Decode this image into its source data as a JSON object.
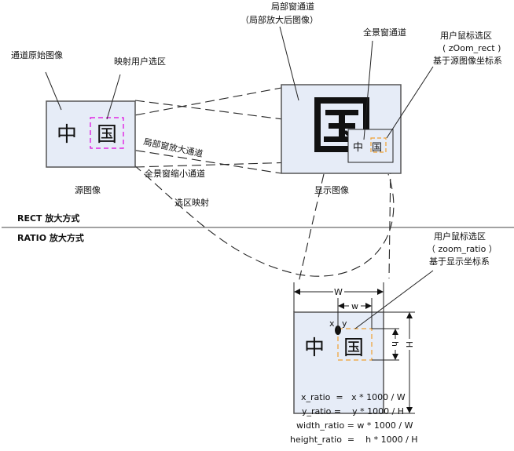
{
  "colors": {
    "image_fill": "#e6ecf7",
    "source_selection": "#e000e0",
    "zoom_selection": "#f0a030"
  },
  "top": {
    "source_channel_label": "通道原始图像",
    "mapped_selection_label": "映射用户选区",
    "source_image_caption": "源图像",
    "char_zhong": "中",
    "char_guo": "国",
    "local_window_title": "局部窗通道",
    "local_window_sub": "（局部放大后图像）",
    "panorama_label": "全景窗通道",
    "mouse_sel_line1": "用户鼠标选区",
    "mouse_sel_line2": "( zOom_rect )",
    "mouse_sel_line3": "基于源图像坐标系",
    "display_image_caption": "显示图像",
    "local_zoom_path": "局部窗放大通道",
    "panorama_shrink_path": "全景窗缩小通道",
    "selection_mapping": "选区映射"
  },
  "modes": {
    "rect": "RECT 放大方式",
    "ratio": "RATIO 放大方式"
  },
  "bottom": {
    "sel_line1": "用户鼠标选区",
    "sel_line2": "（ zoom_ratio ）",
    "sel_line3": "基于显示坐标系",
    "W": "W",
    "w": "w",
    "h": "h",
    "H": "H",
    "x": "x",
    "y": "y",
    "formulas": [
      "x_ratio  =   x * 1000 / W",
      "y_ratio =    y * 1000 / H",
      "width_ratio = w * 1000 / W",
      "height_ratio  =    h * 1000 / H"
    ]
  }
}
